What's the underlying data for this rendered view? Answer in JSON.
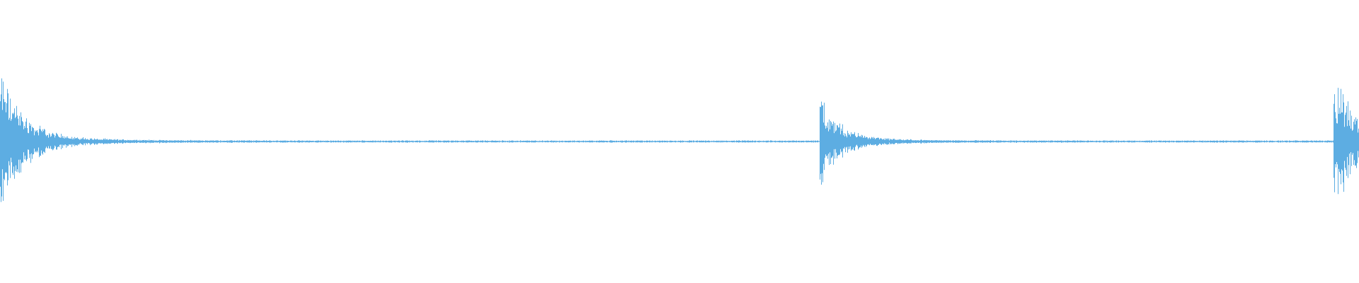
{
  "waveform": {
    "color": "#5dade2",
    "background": "#ffffff",
    "baseline_amplitude": 0.012,
    "transients": [
      {
        "onset": 0.0,
        "peak": 1.0,
        "decay": 0.045
      },
      {
        "onset": 0.603,
        "peak": 0.62,
        "decay": 0.04
      },
      {
        "onset": 0.981,
        "peak": 1.0,
        "decay": 0.045
      }
    ]
  }
}
